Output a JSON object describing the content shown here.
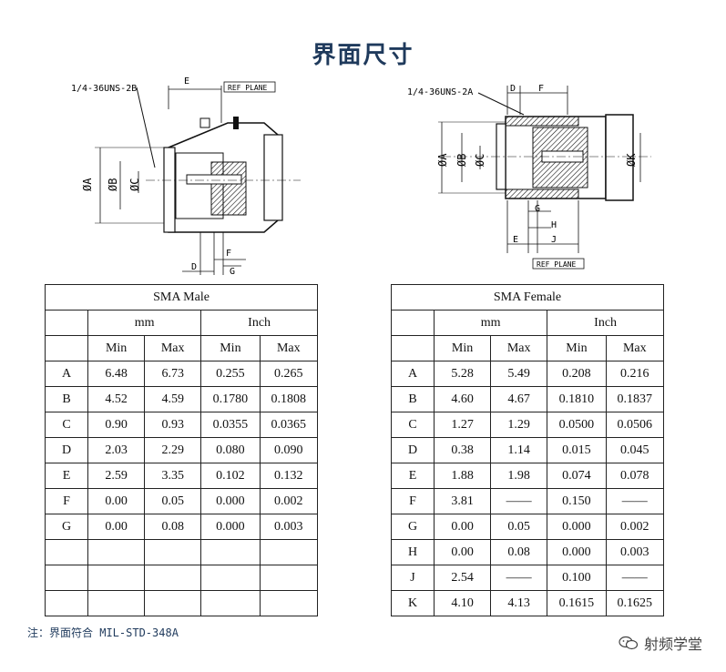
{
  "title": "界面尺寸",
  "male_diagram": {
    "thread_label": "1/4-36UNS-2B",
    "ref_plane": "REF PLANE",
    "dims": {
      "E": "E",
      "A": "ØA",
      "B": "ØB",
      "C": "ØC",
      "F": "F",
      "D": "D",
      "G": "G"
    }
  },
  "female_diagram": {
    "thread_label": "1/4-36UNS-2A",
    "ref_plane": "REF PLANE",
    "dims": {
      "D": "D",
      "F": "F",
      "A": "ØA",
      "B": "ØB",
      "C": "ØC",
      "K": "ØK",
      "G": "G",
      "H": "H",
      "E": "E",
      "J": "J"
    }
  },
  "male_table": {
    "title": "SMA Male",
    "unit_mm": "mm",
    "unit_inch": "Inch",
    "col_min": "Min",
    "col_max": "Max",
    "rows": [
      {
        "label": "A",
        "mm_min": "6.48",
        "mm_max": "6.73",
        "in_min": "0.255",
        "in_max": "0.265"
      },
      {
        "label": "B",
        "mm_min": "4.52",
        "mm_max": "4.59",
        "in_min": "0.1780",
        "in_max": "0.1808"
      },
      {
        "label": "C",
        "mm_min": "0.90",
        "mm_max": "0.93",
        "in_min": "0.0355",
        "in_max": "0.0365"
      },
      {
        "label": "D",
        "mm_min": "2.03",
        "mm_max": "2.29",
        "in_min": "0.080",
        "in_max": "0.090"
      },
      {
        "label": "E",
        "mm_min": "2.59",
        "mm_max": "3.35",
        "in_min": "0.102",
        "in_max": "0.132"
      },
      {
        "label": "F",
        "mm_min": "0.00",
        "mm_max": "0.05",
        "in_min": "0.000",
        "in_max": "0.002"
      },
      {
        "label": "G",
        "mm_min": "0.00",
        "mm_max": "0.08",
        "in_min": "0.000",
        "in_max": "0.003"
      },
      {
        "label": "",
        "mm_min": "",
        "mm_max": "",
        "in_min": "",
        "in_max": ""
      },
      {
        "label": "",
        "mm_min": "",
        "mm_max": "",
        "in_min": "",
        "in_max": ""
      },
      {
        "label": "",
        "mm_min": "",
        "mm_max": "",
        "in_min": "",
        "in_max": ""
      }
    ]
  },
  "female_table": {
    "title": "SMA Female",
    "unit_mm": "mm",
    "unit_inch": "Inch",
    "col_min": "Min",
    "col_max": "Max",
    "rows": [
      {
        "label": "A",
        "mm_min": "5.28",
        "mm_max": "5.49",
        "in_min": "0.208",
        "in_max": "0.216"
      },
      {
        "label": "B",
        "mm_min": "4.60",
        "mm_max": "4.67",
        "in_min": "0.1810",
        "in_max": "0.1837"
      },
      {
        "label": "C",
        "mm_min": "1.27",
        "mm_max": "1.29",
        "in_min": "0.0500",
        "in_max": "0.0506"
      },
      {
        "label": "D",
        "mm_min": "0.38",
        "mm_max": "1.14",
        "in_min": "0.015",
        "in_max": "0.045"
      },
      {
        "label": "E",
        "mm_min": "1.88",
        "mm_max": "1.98",
        "in_min": "0.074",
        "in_max": "0.078"
      },
      {
        "label": "F",
        "mm_min": "3.81",
        "mm_max": "——",
        "in_min": "0.150",
        "in_max": "——"
      },
      {
        "label": "G",
        "mm_min": "0.00",
        "mm_max": "0.05",
        "in_min": "0.000",
        "in_max": "0.002"
      },
      {
        "label": "H",
        "mm_min": "0.00",
        "mm_max": "0.08",
        "in_min": "0.000",
        "in_max": "0.003"
      },
      {
        "label": "J",
        "mm_min": "2.54",
        "mm_max": "——",
        "in_min": "0.100",
        "in_max": "——"
      },
      {
        "label": "K",
        "mm_min": "4.10",
        "mm_max": "4.13",
        "in_min": "0.1615",
        "in_max": "0.1625"
      }
    ]
  },
  "note": "注：界面符合 MIL-STD-348A",
  "watermark": {
    "text": "射频学堂",
    "icon": "wechat-icon"
  },
  "colors": {
    "title": "#1f3a5c",
    "ink": "#111111"
  }
}
